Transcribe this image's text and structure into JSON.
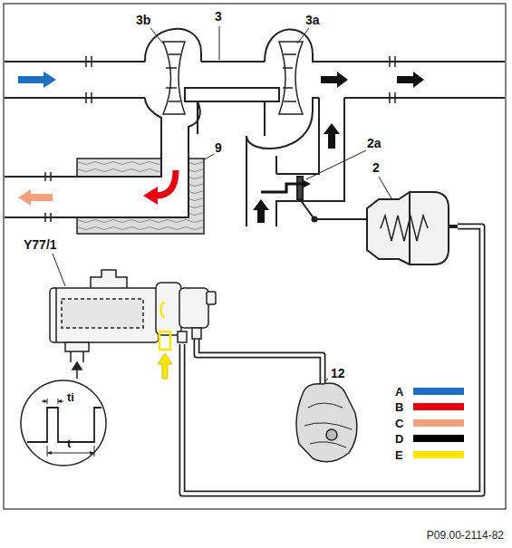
{
  "diagram": {
    "caption": "P09.00-2114-82",
    "labels": [
      "3b",
      "3",
      "3a",
      "9",
      "2a",
      "2",
      "Y77/1",
      "ti",
      "t",
      "12"
    ],
    "legend": [
      {
        "text": "A",
        "color": "#1f6fc4"
      },
      {
        "text": "B",
        "color": "#e8000e"
      },
      {
        "text": "C",
        "color": "#f2a07f"
      },
      {
        "text": "D",
        "color": "#000000"
      },
      {
        "text": "E",
        "color": "#ffe600"
      }
    ]
  }
}
